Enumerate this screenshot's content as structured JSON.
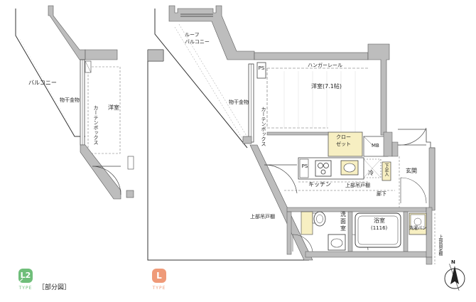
{
  "plan_left": {
    "balcony": "バルコニー",
    "laundry_hardware": "物干金物",
    "curtain_box": "カーテンボックス",
    "western_room": "洋室"
  },
  "plan_main": {
    "roof_balcony_line1": "ルーフ",
    "roof_balcony_line2": "バルコニー",
    "ps_top": "PS",
    "hanger_rail": "ハンガーレール",
    "western_room": "洋室(7.1帖)",
    "laundry_hardware": "物干金物",
    "curtain_box": "カーテンボックス",
    "closet_line1": "クロー",
    "closet_line2": "ゼット",
    "mb": "MB",
    "ps_kitchen": "PS",
    "fridge": "冷",
    "shoe_box": "下足入",
    "entrance": "玄関",
    "kitchen": "キッチン",
    "upper_cabinet_kitchen": "上部吊戸棚",
    "hallway": "廊下",
    "upper_cabinet_wash": "上部吊戸棚",
    "washroom_line1": "洗",
    "washroom_line2": "面",
    "washroom_line3": "室",
    "bathroom_line1": "浴室",
    "bathroom_line2": "(1116)",
    "washer_pan": "洗濯パン",
    "upper_fixed_shelf": "上部固定棚"
  },
  "legend": {
    "left_badge": "L2",
    "left_type": "TYPE",
    "left_caption": "［部分図］",
    "right_badge": "L",
    "right_type": "TYPE",
    "left_badge_color": "#6fbe7a",
    "right_badge_color": "#ef9a78"
  },
  "compass": {
    "north": "N"
  }
}
